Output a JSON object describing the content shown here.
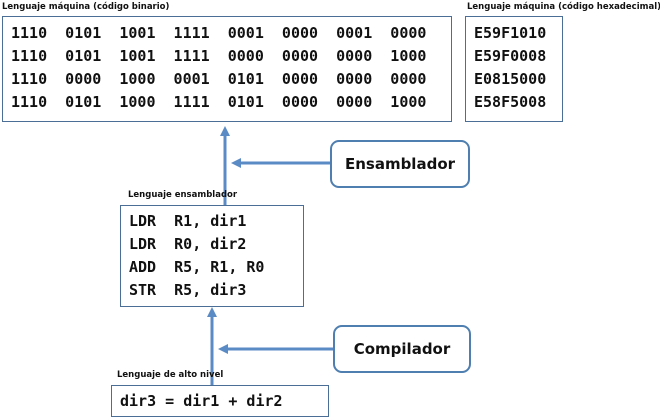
{
  "binary": {
    "caption": "Lenguaje máquina (código binario)",
    "lines": [
      "1110  0101  1001  1111  0001  0000  0001  0000",
      "1110  0101  1001  1111  0000  0000  0000  1000",
      "1110  0000  1000  0001  0101  0000  0000  0000",
      "1110  0101  1000  1111  0101  0000  0000  1000"
    ]
  },
  "hex": {
    "caption": "Lenguaje máquina (código hexadecimal)",
    "lines": [
      "E59F1010",
      "E59F0008",
      "E0815000",
      "E58F5008"
    ]
  },
  "assembly": {
    "caption": "Lenguaje ensamblador",
    "lines": [
      "LDR  R1, dir1",
      "LDR  R0, dir2",
      "ADD  R5, R1, R0",
      "STR  R5, dir3"
    ]
  },
  "highlevel": {
    "caption": "Lenguaje de alto nivel",
    "line": "dir3 = dir1 + dir2"
  },
  "labels": {
    "assembler": "Ensamblador",
    "compiler": "Compilador"
  },
  "colors": {
    "box_border": "#4a6e96",
    "arrow": "#5b8bc4",
    "pill_border": "#4f7fb0"
  }
}
